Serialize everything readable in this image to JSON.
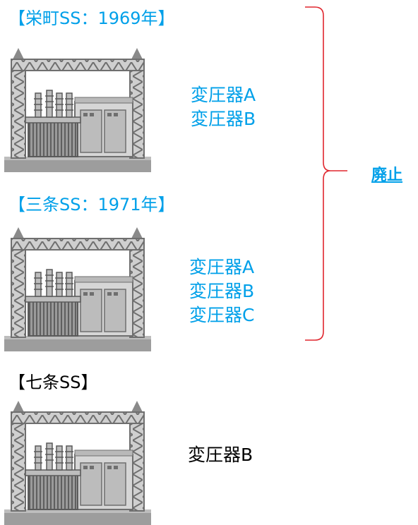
{
  "colors": {
    "accent_text": "#00a0e9",
    "bracket": "#e0262e",
    "plain_text": "#000000"
  },
  "substations": [
    {
      "title": "【栄町SS：1969年】",
      "transformers": [
        "変圧器A",
        "変圧器B"
      ],
      "highlighted": true
    },
    {
      "title": "【三条SS：1971年】",
      "transformers": [
        "変圧器A",
        "変圧器B",
        "変圧器C"
      ],
      "highlighted": true
    },
    {
      "title": "【七条SS】",
      "transformers": [
        "変圧器B"
      ],
      "highlighted": false
    }
  ],
  "decision_label": "廃止",
  "icon_name": "substation-icon"
}
